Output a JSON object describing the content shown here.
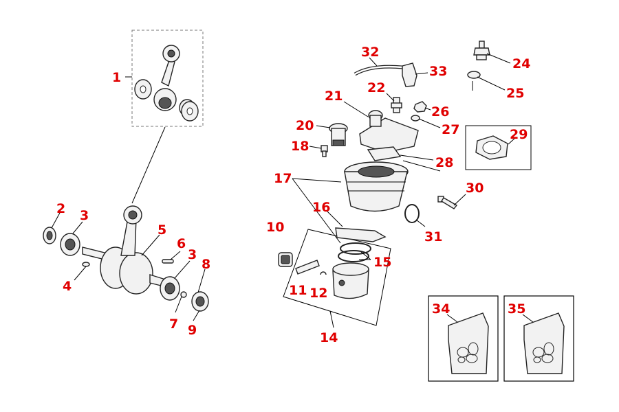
{
  "label_color": "#e00000",
  "callouts": [
    {
      "id": "c1",
      "text": "1"
    },
    {
      "id": "c2",
      "text": "2"
    },
    {
      "id": "c3a",
      "text": "3"
    },
    {
      "id": "c4",
      "text": "4"
    },
    {
      "id": "c5",
      "text": "5"
    },
    {
      "id": "c6",
      "text": "6"
    },
    {
      "id": "c3b",
      "text": "3"
    },
    {
      "id": "c7",
      "text": "7"
    },
    {
      "id": "c8",
      "text": "8"
    },
    {
      "id": "c9",
      "text": "9"
    },
    {
      "id": "c10",
      "text": "10"
    },
    {
      "id": "c11",
      "text": "11"
    },
    {
      "id": "c12",
      "text": "12"
    },
    {
      "id": "c14",
      "text": "14"
    },
    {
      "id": "c15",
      "text": "15"
    },
    {
      "id": "c16",
      "text": "16"
    },
    {
      "id": "c17",
      "text": "17"
    },
    {
      "id": "c18",
      "text": "18"
    },
    {
      "id": "c20",
      "text": "20"
    },
    {
      "id": "c21",
      "text": "21"
    },
    {
      "id": "c22",
      "text": "22"
    },
    {
      "id": "c24",
      "text": "24"
    },
    {
      "id": "c25",
      "text": "25"
    },
    {
      "id": "c26",
      "text": "26"
    },
    {
      "id": "c27",
      "text": "27"
    },
    {
      "id": "c28",
      "text": "28"
    },
    {
      "id": "c29",
      "text": "29"
    },
    {
      "id": "c30",
      "text": "30"
    },
    {
      "id": "c31",
      "text": "31"
    },
    {
      "id": "c32",
      "text": "32"
    },
    {
      "id": "c33",
      "text": "33"
    },
    {
      "id": "c34",
      "text": "34"
    },
    {
      "id": "c35",
      "text": "35"
    }
  ]
}
